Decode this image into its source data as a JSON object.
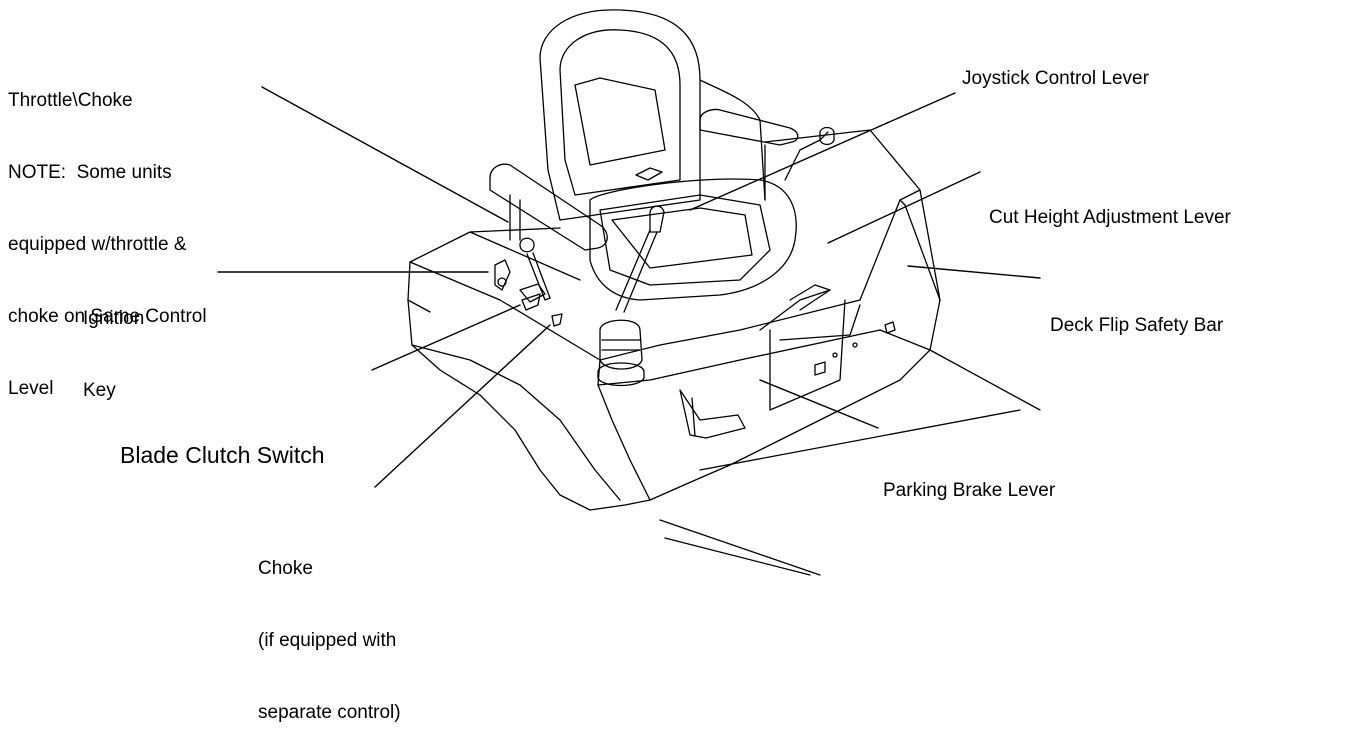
{
  "labels": {
    "throttle_choke": {
      "lines": [
        "Throttle\\Choke",
        "NOTE:  Some units",
        "equipped w/throttle &",
        "choke on Same Control",
        "Level"
      ]
    },
    "joystick": {
      "text": "Joystick Control Lever"
    },
    "cut_height": {
      "text": "Cut Height Adjustment Lever"
    },
    "ignition_key": {
      "lines": [
        "Ignition",
        "Key"
      ]
    },
    "deck_flip": {
      "text": "Deck Flip Safety Bar"
    },
    "blade_clutch": {
      "text": "Blade Clutch Switch"
    },
    "parking_brake": {
      "text": "Parking Brake Lever"
    },
    "choke": {
      "lines": [
        "Choke",
        "(if equipped with",
        "separate control)"
      ]
    }
  }
}
